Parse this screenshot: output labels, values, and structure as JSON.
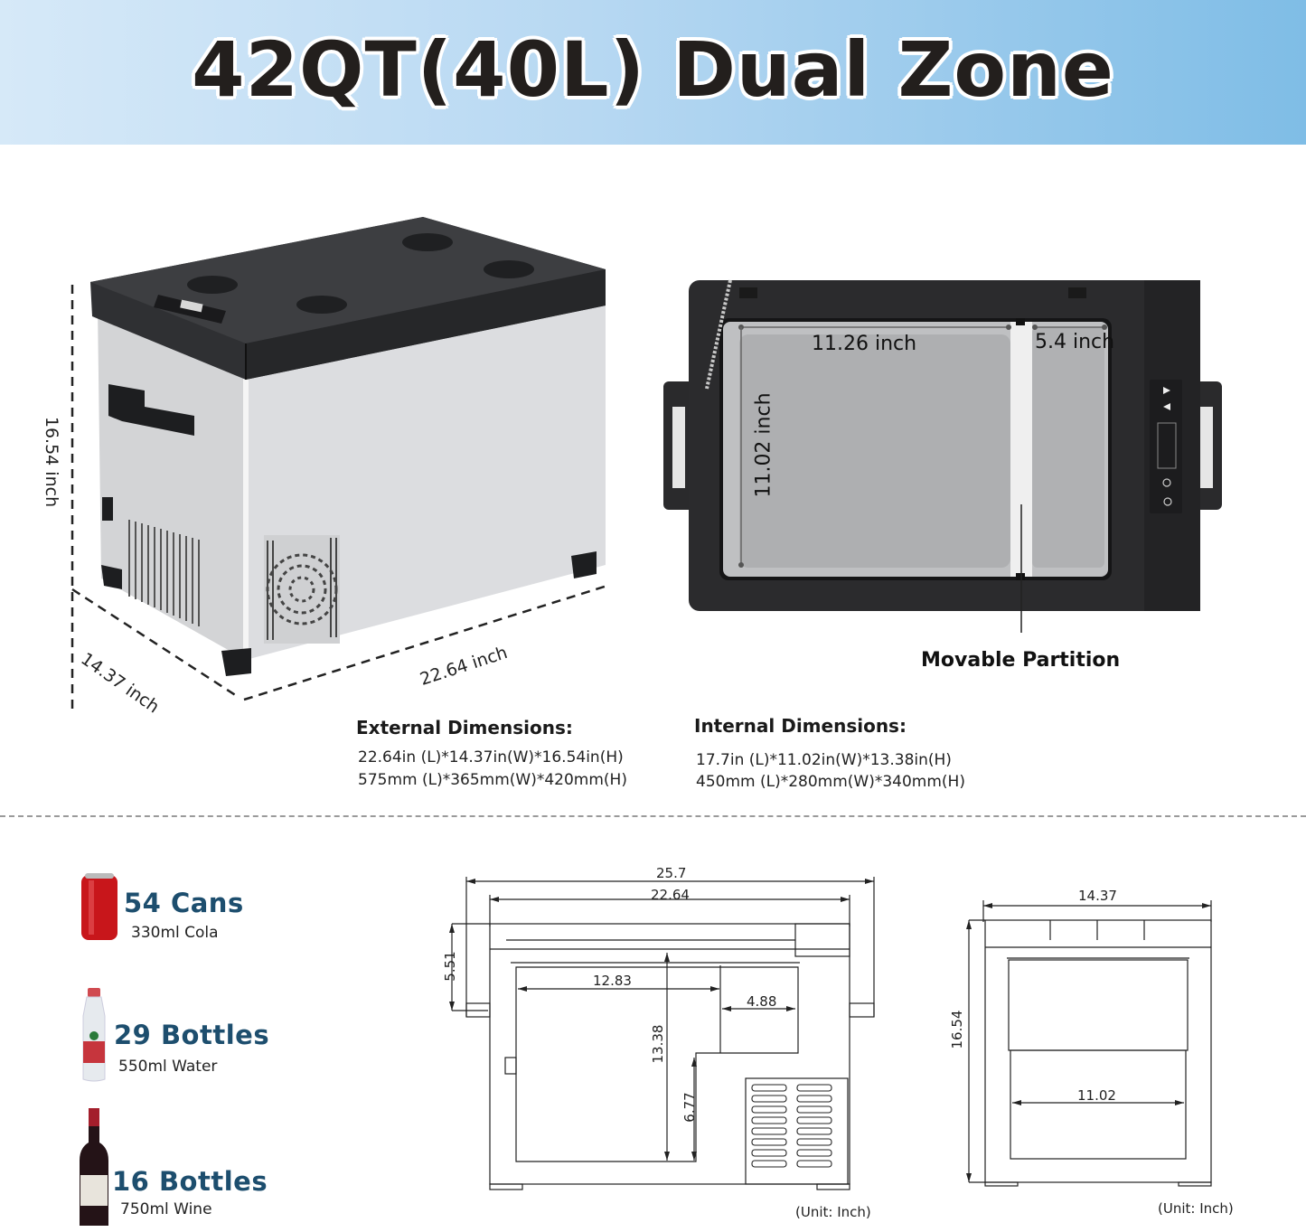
{
  "header": {
    "title": "42QT(40L) Dual Zone",
    "gradient": [
      "#d6e9f8",
      "#7fbde6"
    ]
  },
  "external_view": {
    "height_label": "16.54 inch",
    "width_label": "14.37 inch",
    "length_label": "22.64 inch"
  },
  "top_view": {
    "length_label": "11.26 inch",
    "small_zone_label": "5.4 inch",
    "width_label": "11.02 inch",
    "partition_callout": "Movable Partition",
    "control_panel_icons": [
      "arrow-up-icon",
      "arrow-down-icon",
      "display-icon",
      "settings-icon",
      "power-icon"
    ]
  },
  "dimensions": {
    "external": {
      "title": "External Dimensions:",
      "inches": "22.64in (L)*14.37in(W)*16.54in(H)",
      "mm": "575mm (L)*365mm(W)*420mm(H)"
    },
    "internal": {
      "title": "Internal Dimensions:",
      "inches": "17.7in (L)*11.02in(W)*13.38in(H)",
      "mm": "450mm (L)*280mm(W)*340mm(H)"
    }
  },
  "capacity": [
    {
      "count": "54 Cans",
      "desc": "330ml Cola",
      "icon": "soda-can-icon"
    },
    {
      "count": "29 Bottles",
      "desc": "550ml Water",
      "icon": "water-bottle-icon"
    },
    {
      "count": "16 Bottles",
      "desc": "750ml Wine",
      "icon": "wine-bottle-icon"
    }
  ],
  "front_drawing": {
    "overall_with_handles": "25.7",
    "body_length": "22.64",
    "lid_height": "5.51",
    "main_zone_length": "12.83",
    "small_zone_length": "4.88",
    "internal_height": "13.38",
    "step_height": "6.77",
    "unit": "(Unit: Inch)"
  },
  "side_drawing": {
    "width": "14.37",
    "height": "16.54",
    "internal_width": "11.02",
    "unit": "(Unit: Inch)"
  },
  "colors": {
    "title_text": "#231f1d",
    "capacity_text": "#1d4e6e",
    "cooler_body": "#d9dadc",
    "cooler_lid": "#2f3033",
    "divider": "#9a9a9a"
  }
}
